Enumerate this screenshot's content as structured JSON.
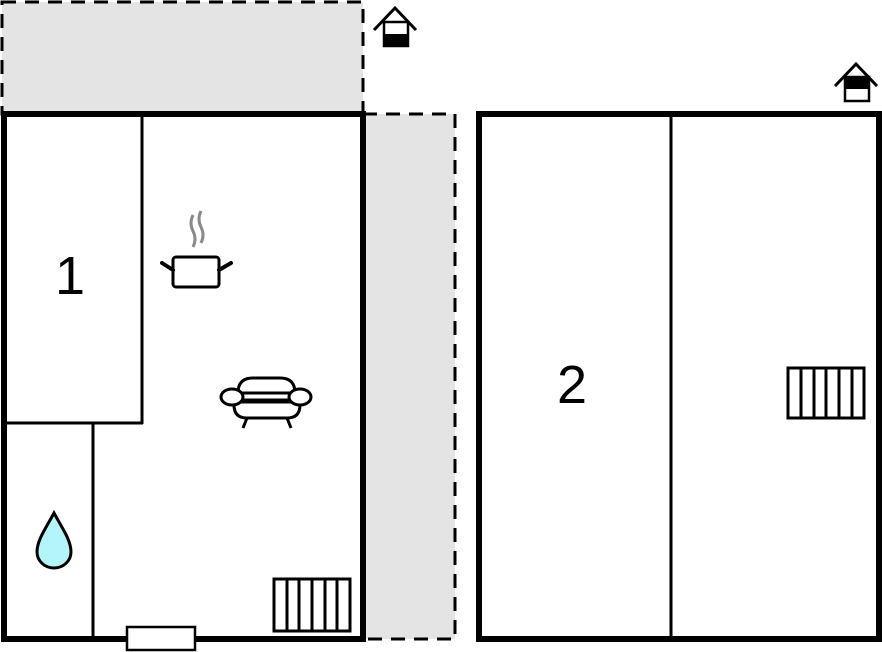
{
  "diagram": {
    "type": "floor-plan",
    "colors": {
      "wall": "#000000",
      "terrace_fill": "#e4e4e4",
      "water_fill": "#b3f5f8",
      "steam": "#8a8a8a",
      "background": "#ffffff"
    },
    "buildings": [
      {
        "id": "building-1",
        "rooms": [
          {
            "id": "bedroom-1",
            "label": "1",
            "type": "bedroom"
          },
          {
            "id": "bathroom",
            "label": "",
            "type": "bathroom",
            "icon": "water-drop-icon"
          },
          {
            "id": "living-kitchen",
            "label": "",
            "type": "living-room-kitchen",
            "icons": [
              "cooking-pot-icon",
              "sofa-icon",
              "radiator-icon"
            ]
          }
        ],
        "entrance_icon": "house-entrance-icon",
        "door": "door-opening"
      },
      {
        "id": "building-2",
        "rooms": [
          {
            "id": "bedroom-2",
            "label": "2",
            "type": "bedroom"
          },
          {
            "id": "room-2b",
            "label": "",
            "type": "room",
            "icons": [
              "radiator-icon"
            ]
          }
        ],
        "entrance_icon": "house-entrance-icon"
      }
    ],
    "terraces": [
      {
        "id": "terrace-top",
        "style": "dashed"
      },
      {
        "id": "terrace-side",
        "style": "dashed"
      }
    ],
    "labels": {
      "room_1": "1",
      "room_2": "2"
    }
  }
}
